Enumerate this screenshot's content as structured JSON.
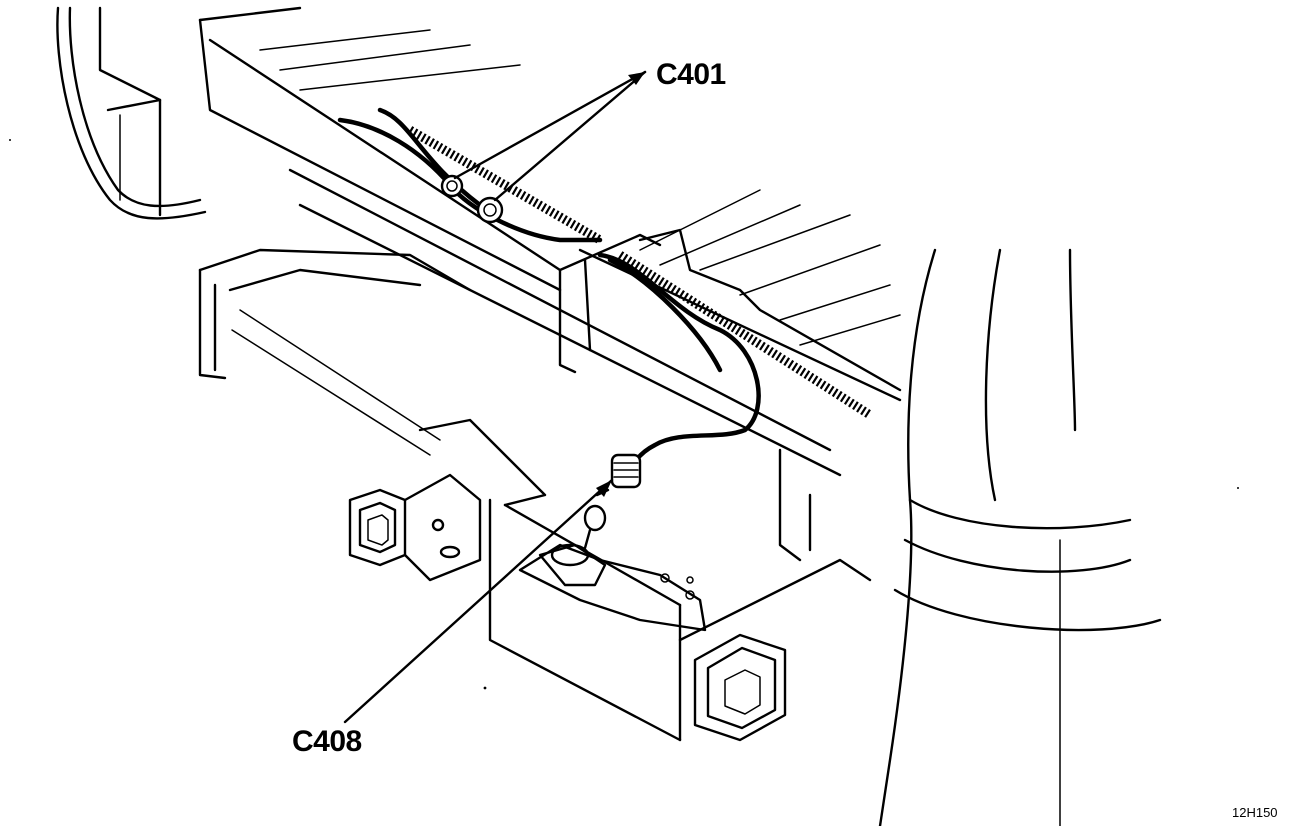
{
  "diagram": {
    "callouts": {
      "c401": "C401",
      "c408": "C408"
    },
    "figure_id": "12H150"
  }
}
